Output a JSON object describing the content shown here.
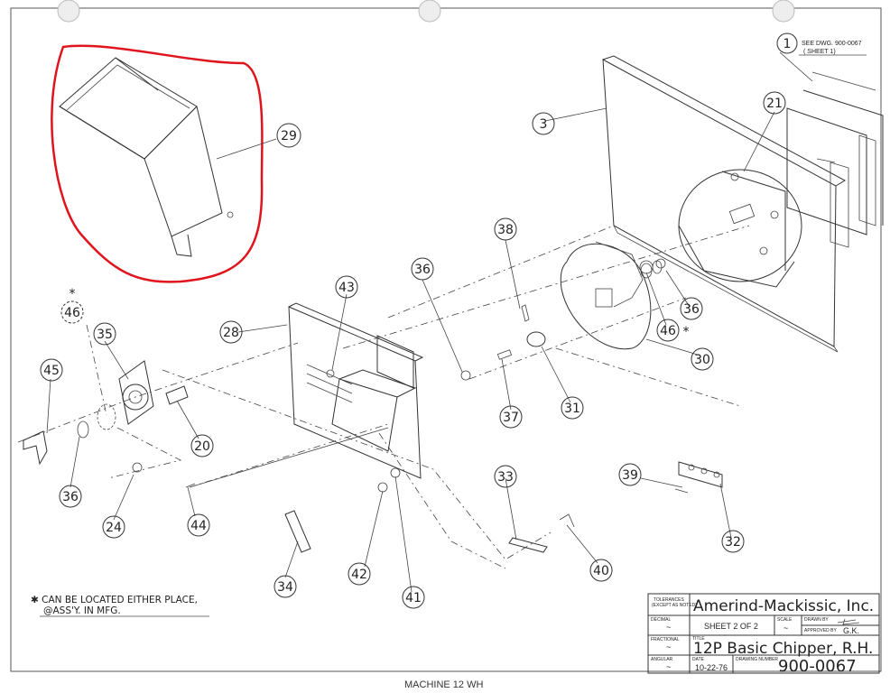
{
  "callouts": [
    "1",
    "3",
    "21",
    "29",
    "38",
    "36",
    "43",
    "28",
    "46",
    "35",
    "45",
    "20",
    "36",
    "24",
    "44",
    "37",
    "31",
    "30",
    "36",
    "46",
    "39",
    "33",
    "32",
    "34",
    "42",
    "41",
    "40"
  ],
  "reference_note": [
    "SEE DWG. 900-0067",
    "( SHEET 1)"
  ],
  "detail_note": [
    "✱ CAN BE LOCATED EITHER PLACE,",
    "@ASS'Y. IN MFG."
  ],
  "title_block": {
    "tolerances": "TOLERANCES",
    "tolerances_sub": "(EXCEPT AS NOTED)",
    "company": "Amerind-Mackissic, Inc.",
    "decimal_label": "DECIMAL",
    "fractional_label": "FRACTIONAL",
    "angular_label": "ANGULAR",
    "tol_value": "~",
    "sheet": "SHEET 2 OF 2",
    "scale_label": "SCALE",
    "scale_value": "~",
    "drawn_by_label": "DRAWN BY",
    "approved_by_label": "APPROVED BY",
    "approved_by": "G.K.",
    "title_label": "TITLE",
    "title": "12P Basic Chipper, R.H.",
    "date_label": "DATE",
    "date": "10-22-76",
    "drawing_number_label": "DRAWING NUMBER",
    "drawing_number": "900-0067"
  },
  "footer": "MACHINE 12 WH",
  "colors": {
    "highlight": "#e0141c",
    "ink": "#222222",
    "paper": "#ffffff"
  }
}
